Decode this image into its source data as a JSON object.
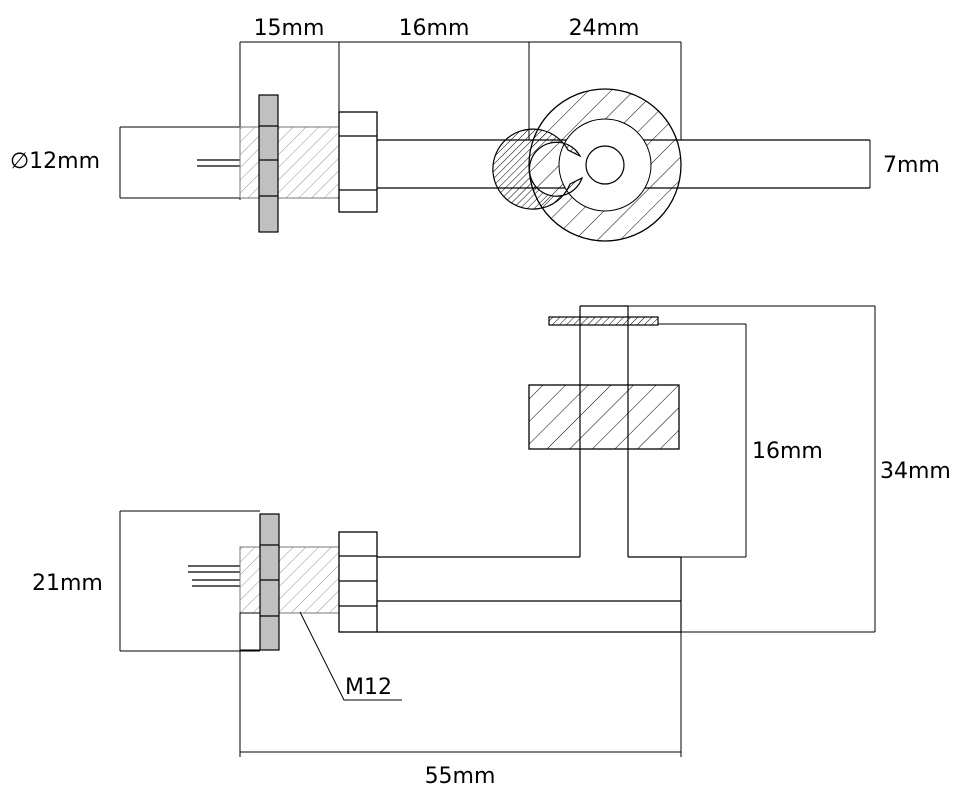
{
  "labels": {
    "dim_15": "15mm",
    "dim_16_top": "16mm",
    "dim_24": "24mm",
    "dim_diameter": "∅12mm",
    "dim_7": "7mm",
    "dim_16_side": "16mm",
    "dim_34": "34mm",
    "dim_21": "21mm",
    "thread": "M12",
    "dim_55": "55mm"
  },
  "colors": {
    "line": "#000000",
    "nut_fill": "#c0c0c0",
    "hatch": "#000000",
    "background": "#ffffff"
  }
}
